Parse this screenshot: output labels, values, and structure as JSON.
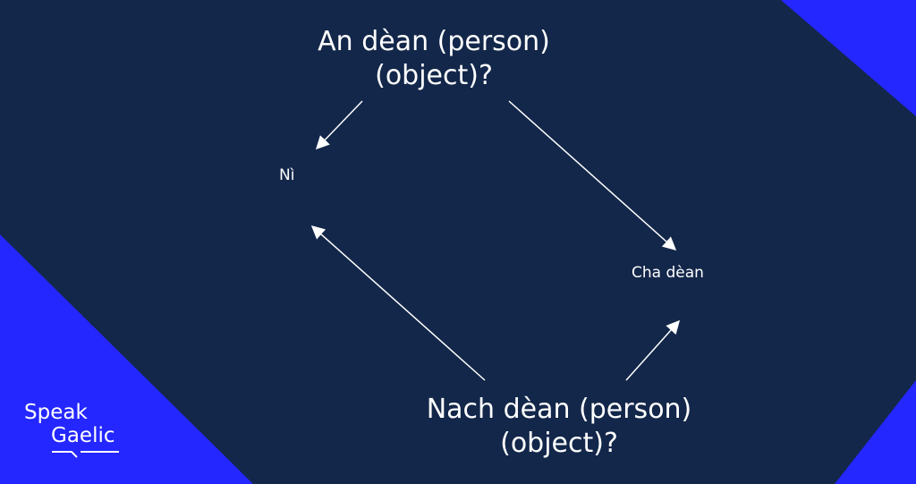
{
  "colors": {
    "background": "#13274a",
    "accent": "#2427ff",
    "text": "#ffffff"
  },
  "diagram": {
    "top_question": {
      "line1": "An dèan (person)",
      "line2": "(object)?"
    },
    "bottom_question": {
      "line1": "Nach dèan (person)",
      "line2": "(object)?"
    },
    "answer_yes": "Nì",
    "answer_no": "Cha dèan"
  },
  "logo": {
    "line1": "Speak",
    "line2": "Gaelic"
  }
}
